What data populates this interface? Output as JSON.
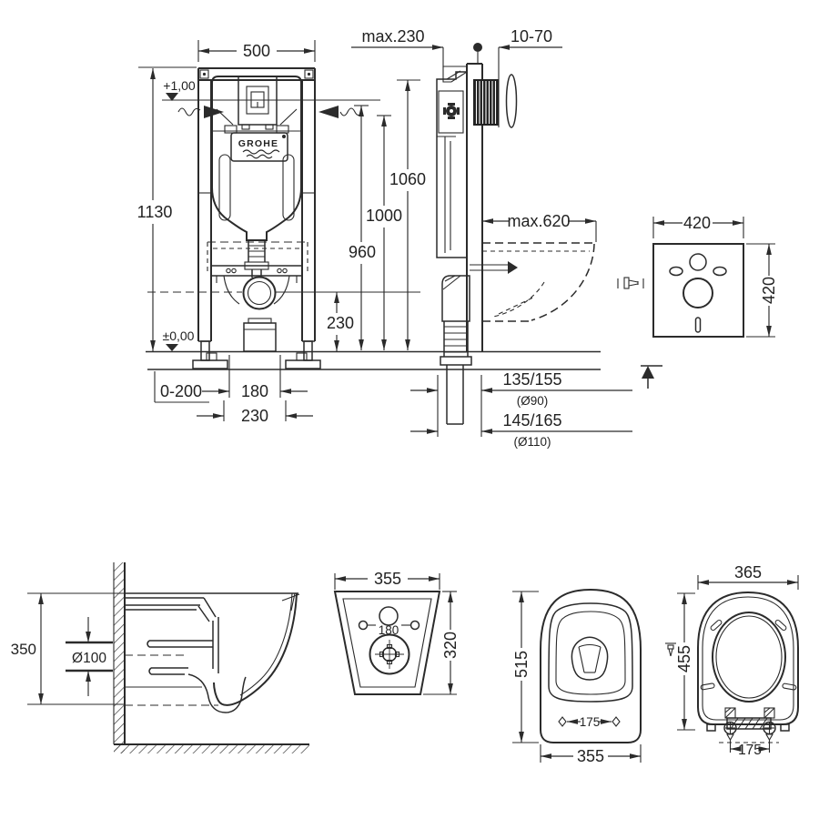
{
  "drawing": {
    "brand": "GROHE",
    "frame_front": {
      "width": "500",
      "height": "1130",
      "level_top": "+1,00",
      "level_zero": "±0,00",
      "foot_adjust": "0-200",
      "bolt_spacing": "180",
      "pipe_spacing": "230"
    },
    "frame_side": {
      "top_offset": "max.230",
      "wall_range": "10-70",
      "h1060": "1060",
      "h1000": "1000",
      "h960": "960",
      "outlet_height": "230",
      "bowl_depth": "max.620",
      "drain_a": "135/155",
      "drain_a_dia": "(Ø90)",
      "drain_b": "145/165",
      "drain_b_dia": "(Ø110)"
    },
    "sound_plate": {
      "width": "420",
      "height": "420"
    },
    "bowl_side": {
      "height": "350",
      "pipe_dia": "Ø100"
    },
    "bowl_back": {
      "width": "355",
      "height": "320",
      "hole_spacing": "180"
    },
    "bowl_top": {
      "length": "515",
      "width": "355",
      "hole_spacing": "175"
    },
    "seat": {
      "width": "365",
      "length": "455",
      "hinge_spacing": "175"
    }
  }
}
